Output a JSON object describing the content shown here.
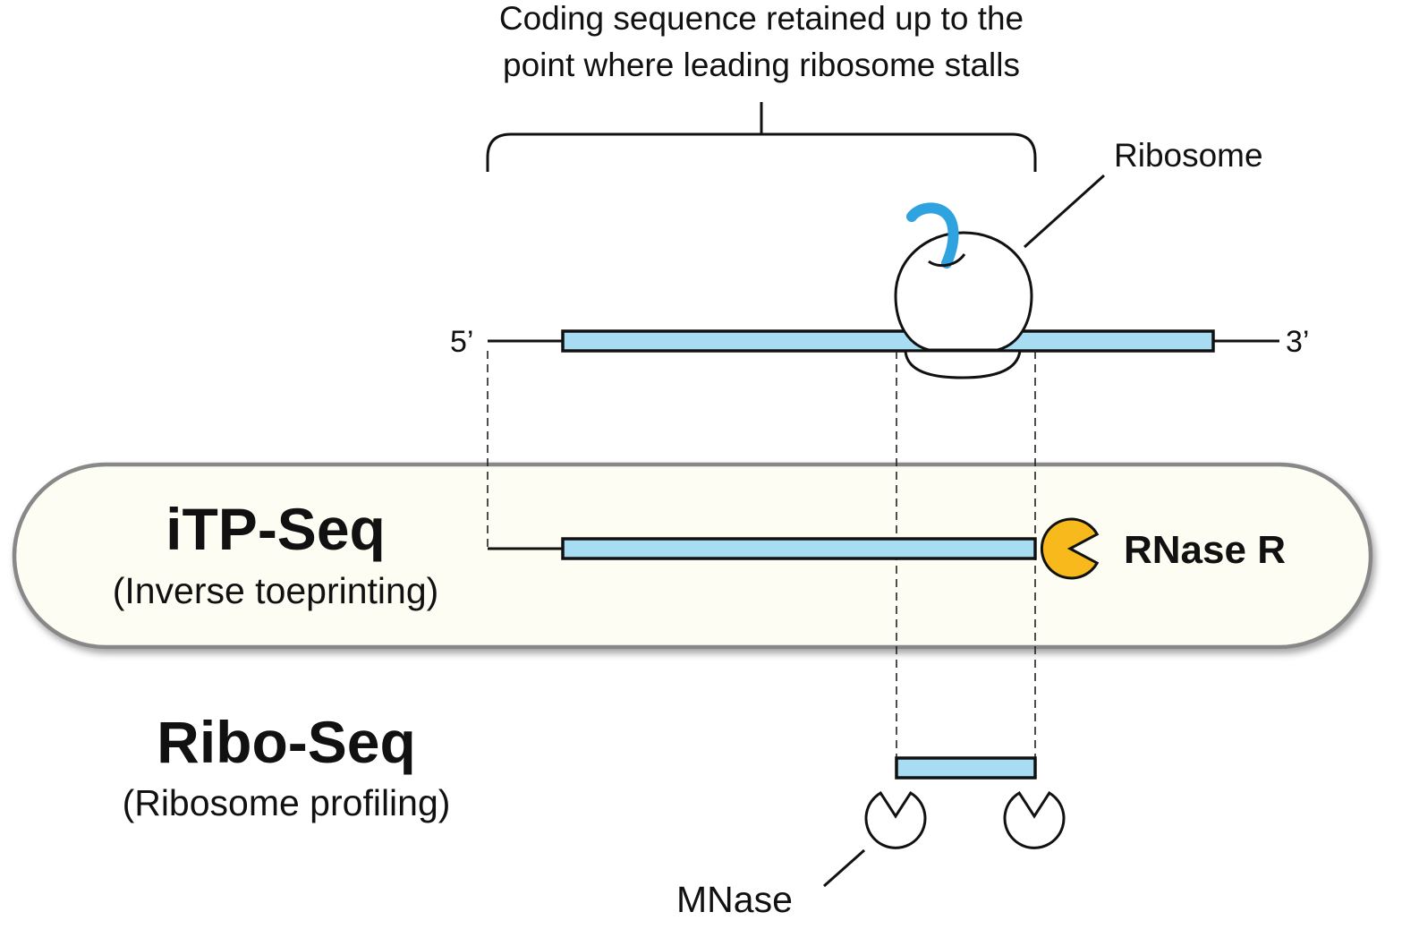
{
  "annotation": {
    "line1": "Coding sequence retained up to the",
    "line2": "point where leading ribosome stalls"
  },
  "labels": {
    "ribosome": "Ribosome",
    "five_prime": "5’",
    "three_prime": "3’",
    "rnase_r": "RNase R",
    "mnase": "MNase"
  },
  "methods": {
    "itp_seq": {
      "title": "iTP-Seq",
      "subtitle": "(Inverse toeprinting)"
    },
    "ribo_seq": {
      "title": "Ribo-Seq",
      "subtitle": "(Ribosome profiling)"
    }
  },
  "colors": {
    "mrna_fill": "#a8dcf3",
    "panel_fill": "#fdfdf4",
    "panel_border": "#888888",
    "rnase_r": "#f7b91b",
    "peptide": "#2fa3df"
  }
}
